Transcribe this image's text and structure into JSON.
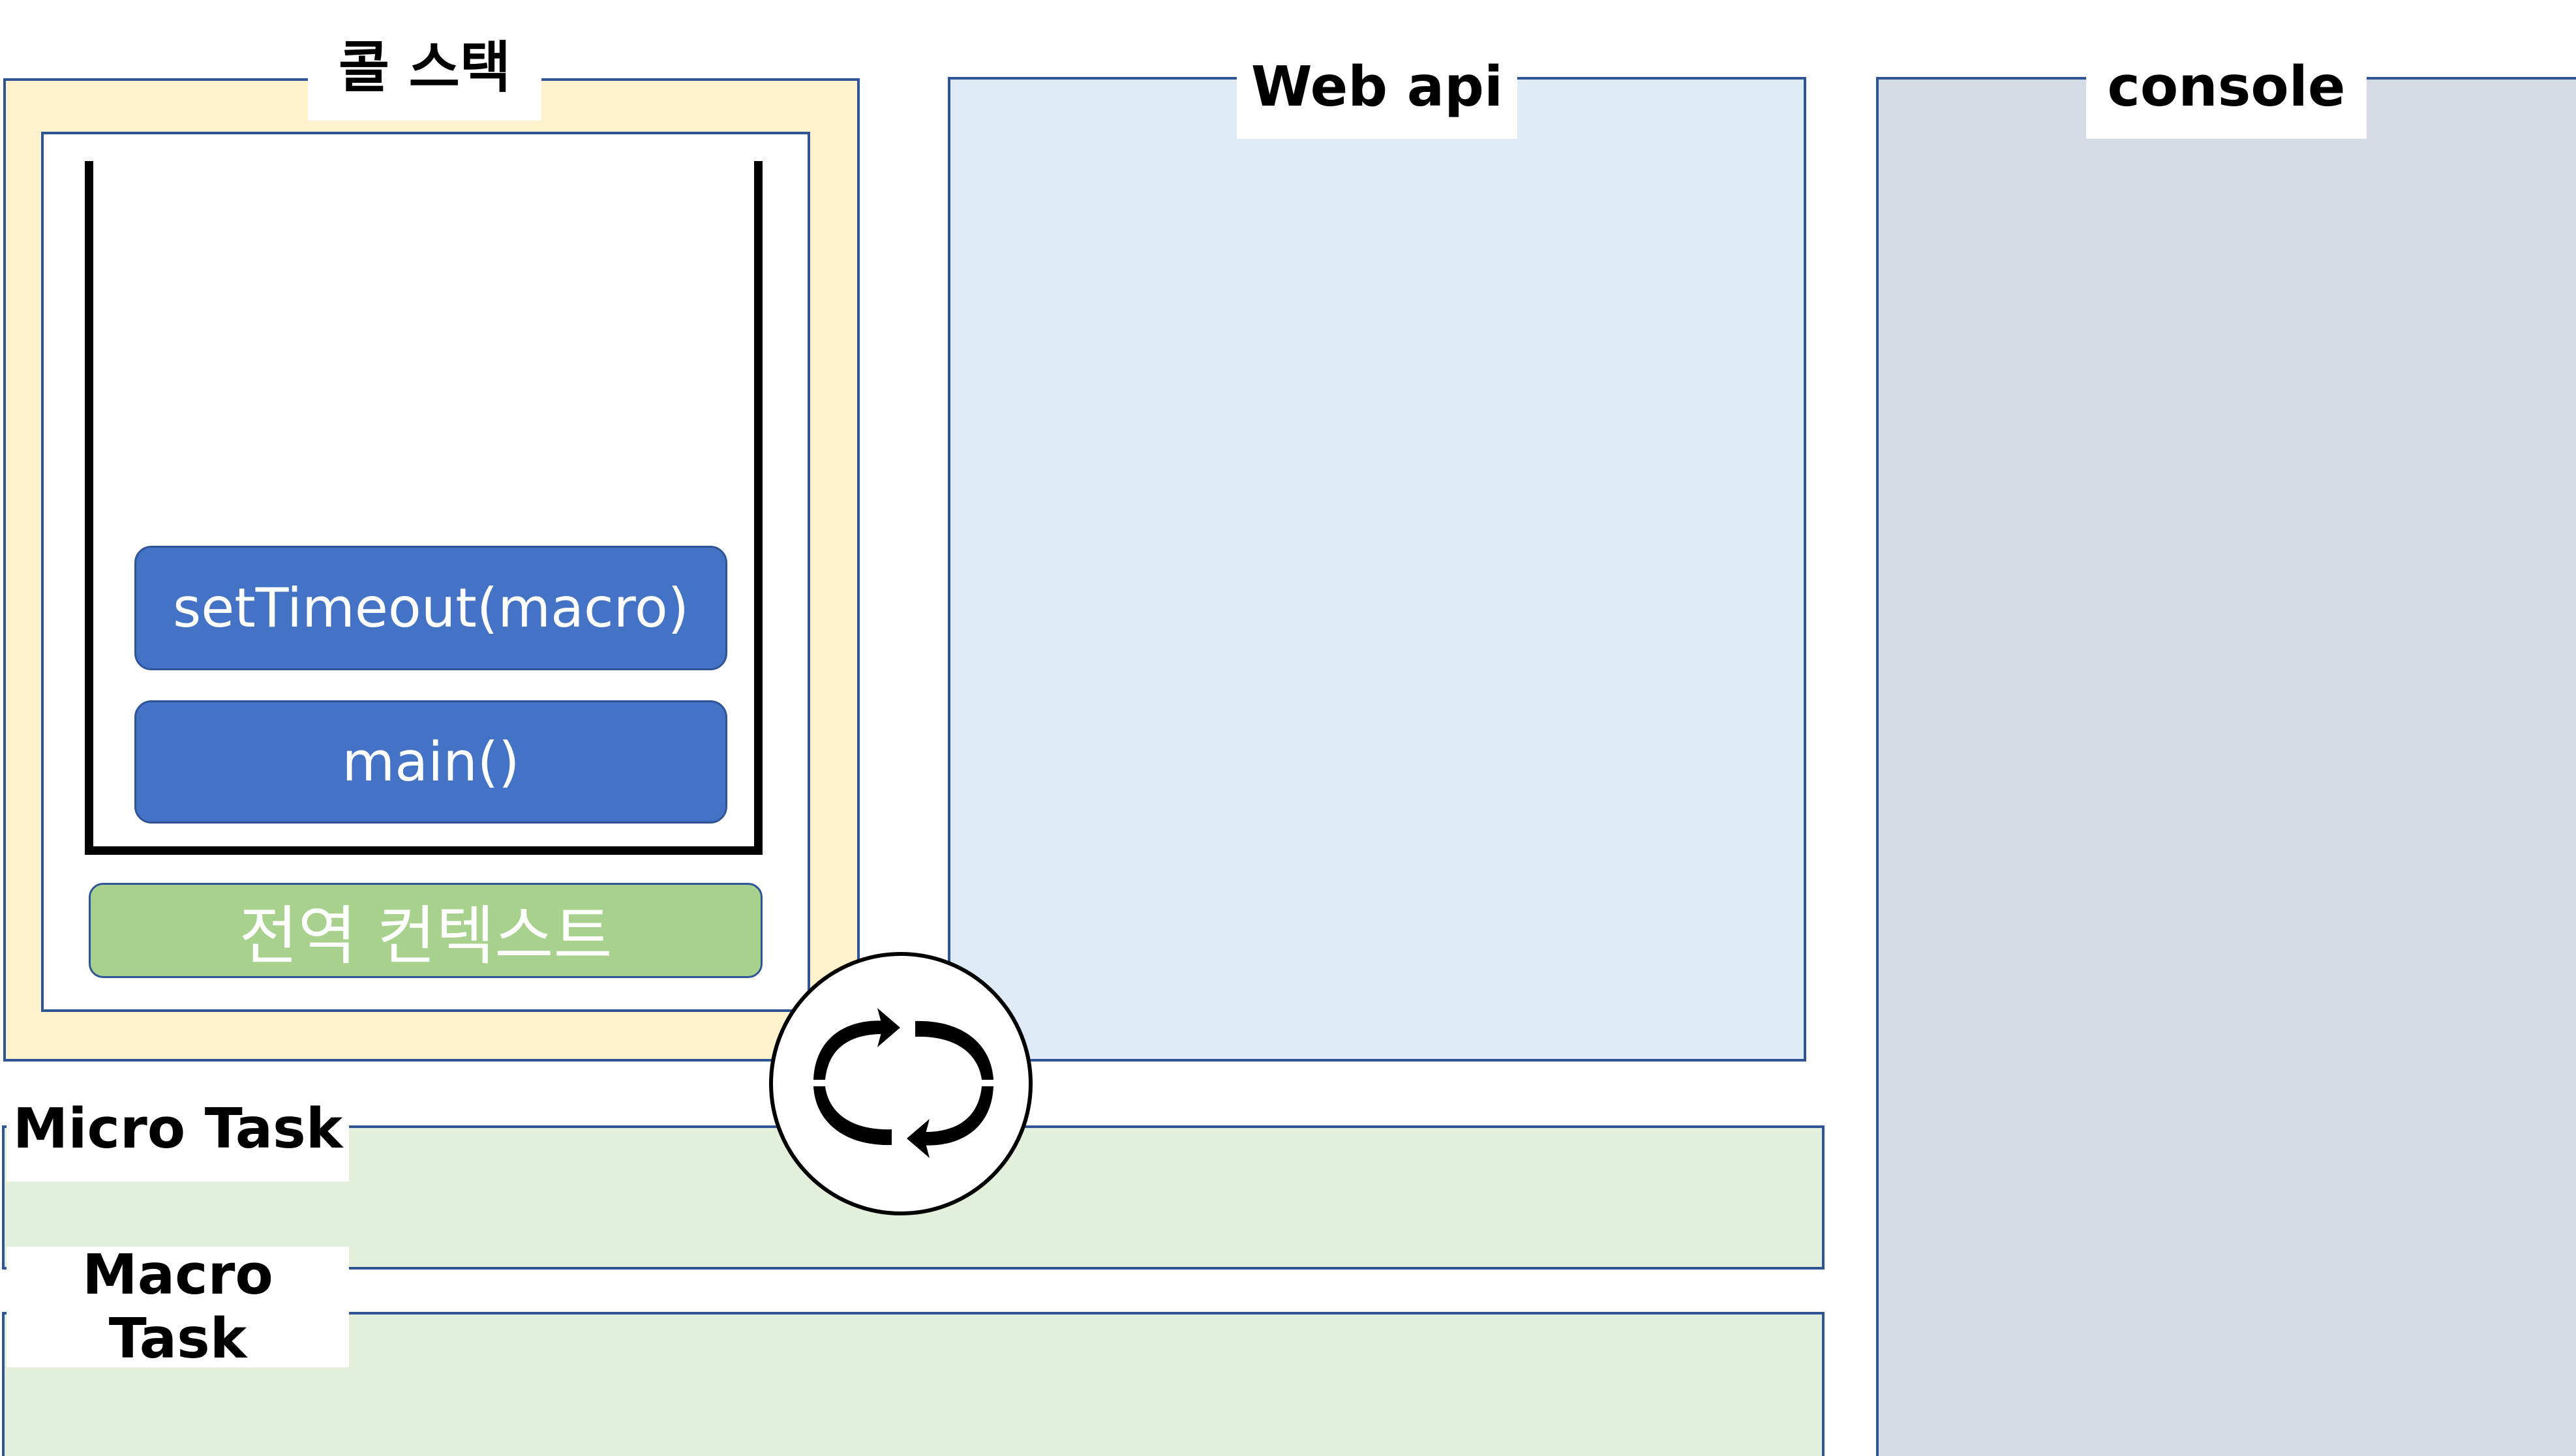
{
  "call_stack": {
    "title": "콜 스택",
    "frames": [
      "setTimeout(macro)",
      "main()"
    ],
    "global_context": "전역 컨텍스트"
  },
  "web_api": {
    "title": "Web api"
  },
  "console": {
    "title": "console"
  },
  "event_loop": {
    "icon": "refresh-cycle-icon"
  },
  "queues": {
    "micro": {
      "title": "Micro Task"
    },
    "macro": {
      "title": "Macro\nTask"
    }
  },
  "colors": {
    "border": "#2f5597",
    "call_stack_bg": "#fff2cc",
    "web_api_bg": "#deebf7",
    "console_bg": "#d6dce5",
    "queue_bg": "#e2efda",
    "frame_block": "#4472c4",
    "global_context_bg": "#a9d18e"
  }
}
